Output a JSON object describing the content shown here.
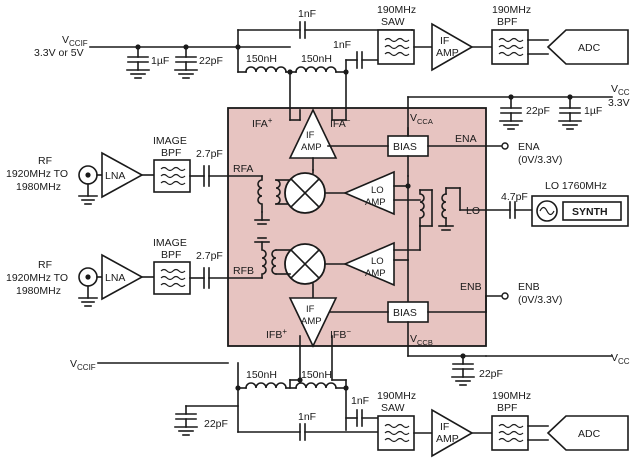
{
  "labels": {
    "vccif_top_1": "V",
    "vccif_top_sub": "CCIF",
    "vccif_top_2": "3.3V or 5V",
    "cap_1uf_top": "1µF",
    "cap_22pf_top": "22pF",
    "cap_1nf_top_a": "1nF",
    "cap_1nf_top_b": "1nF",
    "ind_150nh_top_a": "150nH",
    "ind_150nh_top_b": "150nH",
    "saw_top_freq": "190MHz",
    "saw_top": "SAW",
    "bpf_top_freq": "190MHz",
    "bpf_top": "BPF",
    "if_amp_ext_top_1": "IF",
    "if_amp_ext_top_2": "AMP",
    "adc_top": "ADC",
    "vcc_right_1": "V",
    "vcc_right_sub": "CC",
    "vcc_right_2": "3.3V",
    "cap_22pf_right": "22pF",
    "cap_1uf_right": "1µF",
    "vcca": "V",
    "vcca_sub": "CCA",
    "ifa_plus": "IFA",
    "ifa_minus": "IFA",
    "if_amp_a_1": "IF",
    "if_amp_a_2": "AMP",
    "bias_a": "BIAS",
    "ena_pin": "ENA",
    "ena_ext": "ENA",
    "ena_lvl": "(0V/3.3V)",
    "rf_a_1": "RF",
    "rf_a_2": "1920MHz TO",
    "rf_a_3": "1980MHz",
    "lna_a": "LNA",
    "image_bpf_a_1": "IMAGE",
    "image_bpf_a_2": "BPF",
    "cap_27pf_a": "2.7pF",
    "rfa": "RFA",
    "lo_amp_a_1": "LO",
    "lo_amp_a_2": "AMP",
    "lo_pin": "LO",
    "cap_47pf": "4.7pF",
    "lo_freq": "LO 1760MHz",
    "synth": "SYNTH",
    "rf_b_1": "RF",
    "rf_b_2": "1920MHz TO",
    "rf_b_3": "1980MHz",
    "lna_b": "LNA",
    "image_bpf_b_1": "IMAGE",
    "image_bpf_b_2": "BPF",
    "cap_27pf_b": "2.7pF",
    "rfb": "RFB",
    "lo_amp_b_1": "LO",
    "lo_amp_b_2": "AMP",
    "enb_pin": "ENB",
    "enb_ext": "ENB",
    "enb_lvl": "(0V/3.3V)",
    "if_amp_b_1": "IF",
    "if_amp_b_2": "AMP",
    "bias_b": "BIAS",
    "ifb_plus": "IFB",
    "ifb_minus": "IFB",
    "vccb": "V",
    "vccb_sub": "CCB",
    "vccif_bot_1": "V",
    "vccif_bot_sub": "CCIF",
    "vcc_bot_1": "V",
    "vcc_bot_sub": "CC",
    "cap_22pf_bot": "22pF",
    "ind_150nh_bot_a": "150nH",
    "ind_150nh_bot_b": "150nH",
    "cap_22pf_bot_left": "22pF",
    "cap_1nf_bot_a": "1nF",
    "cap_1nf_bot_b": "1nF",
    "saw_bot_freq": "190MHz",
    "saw_bot": "SAW",
    "bpf_bot_freq": "190MHz",
    "bpf_bot": "BPF",
    "if_amp_ext_bot_1": "IF",
    "if_amp_ext_bot_2": "AMP",
    "adc_bot": "ADC"
  },
  "colors": {
    "chip_fill": "#e7c4c1",
    "line": "#1a1a1a"
  }
}
